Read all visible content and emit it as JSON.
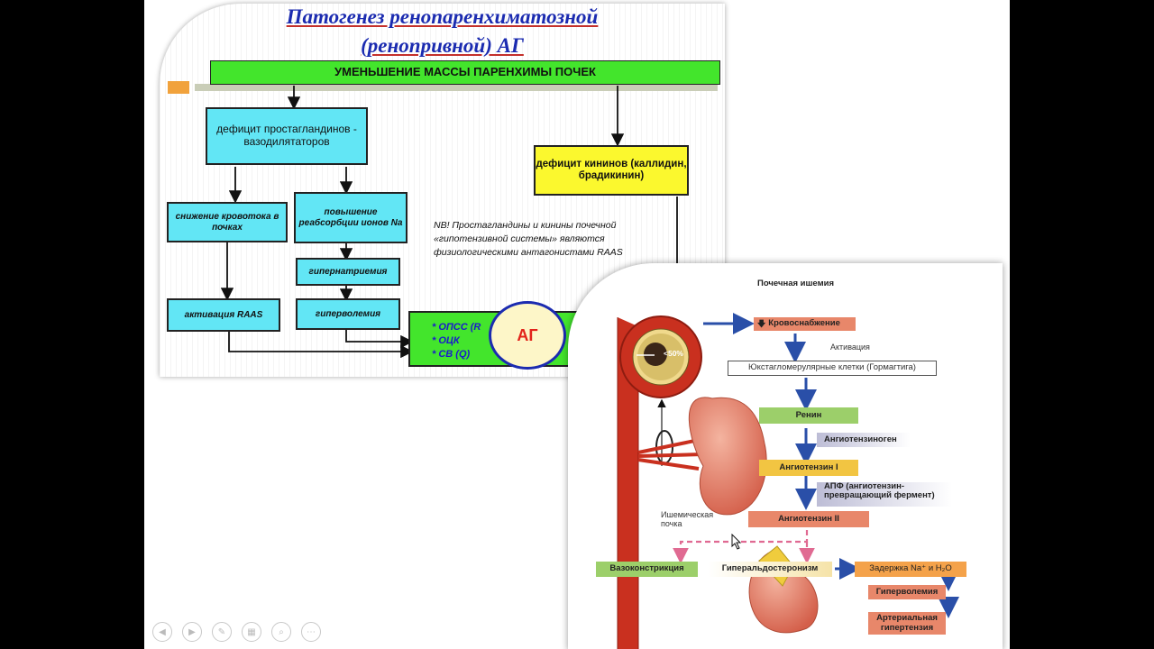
{
  "slide1": {
    "title_line1": "Патогенез ренопаренхиматозной",
    "title_line2": "(ренопривной) АГ",
    "banner": "УМЕНЬШЕНИЕ МАССЫ ПАРЕНХИМЫ ПОЧЕК",
    "prostaglandins": "дефицит простагландинов - вазодилятаторов",
    "kinins": "дефицит кининов (каллидин, брадикинин)",
    "blood_flow": "снижение кровотока в почках",
    "reabsorption": "повышение реабсорбции ионов Na",
    "hypernatremia": "гипернатриемия",
    "hypervolemia": "гиперволемия",
    "raas": "активация RAAS",
    "result_items": [
      "* ОПСС (R",
      "* ОЦК",
      "* СВ (Q)"
    ],
    "ag": "АГ",
    "note": "NB! Простагландины и кинины почечной «гипотензивной системы» являются физиологическими антагонистами RAAS"
  },
  "slide2": {
    "title": "Почечная ишемия",
    "stenosis": "<50%",
    "blood_supply": "Кровоснабжение",
    "activation": "Активация",
    "jg_cells": "Юкстагломерулярные клетки (Гормагтига)",
    "renin": "Ренин",
    "angiotensinogen": "Ангиотензиноген",
    "angiotensin1": "Ангиотензин I",
    "ace_line1": "АПФ (ангиотензин-",
    "ace_line2": "превращающий фермент)",
    "angiotensin2": "Ангиотензин II",
    "ischemic_kidney_line1": "Ишемическая",
    "ischemic_kidney_line2": "почка",
    "vasoconstriction": "Вазоконстрикция",
    "hyperaldosteronism": "Гиперальдостеронизм",
    "retention": "Задержка Na⁺ и H₂O",
    "hypervolemia": "Гиперволемия",
    "hypertension_line1": "Артериальная",
    "hypertension_line2": "гипертензия"
  },
  "colors": {
    "title_blue": "#1b2bb0",
    "cyan": "#62e6f5",
    "yellow": "#fbf82e",
    "green": "#43e52c",
    "ag_red": "#e2231a",
    "renin_green": "#9ccf6a",
    "angiotensin_yellow": "#f2c542",
    "salmon": "#e8876a",
    "orange": "#f4a24a"
  },
  "controls": [
    "prev-icon",
    "next-icon",
    "pen-icon",
    "slides-icon",
    "zoom-icon",
    "more-icon"
  ]
}
